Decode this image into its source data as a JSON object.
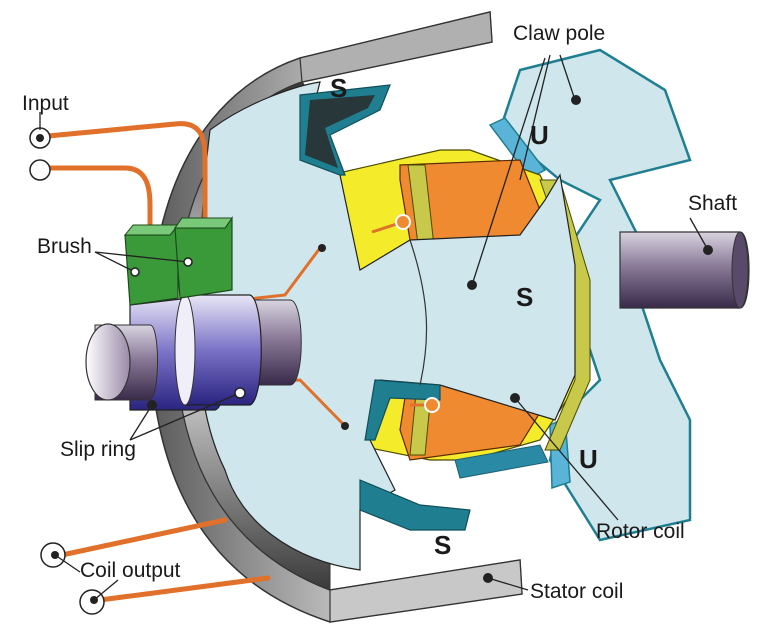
{
  "labels": {
    "claw_pole": "Claw pole",
    "input": "Input",
    "brush": "Brush",
    "shaft": "Shaft",
    "slip_ring": "Slip ring",
    "rotor_coil": "Rotor coil",
    "coil_output": "Coil output",
    "stator_coil": "Stator coil"
  },
  "poles": {
    "s_top": "S",
    "u_top": "U",
    "s_middle": "S",
    "u_bottom": "U",
    "s_bottom": "S"
  },
  "colors": {
    "claw_pole_fill": "#cfe6ec",
    "claw_pole_edge": "#1f7f91",
    "stator_ring": "#9a9a9a",
    "rotor_coil_orange": "#f08a30",
    "rotor_coil_yellow": "#f4ec2a",
    "wire": "#e0702a",
    "brush": "#3a9a3a",
    "slip_ring": "#5a4fb0",
    "shaft": "#6b4f7a"
  }
}
